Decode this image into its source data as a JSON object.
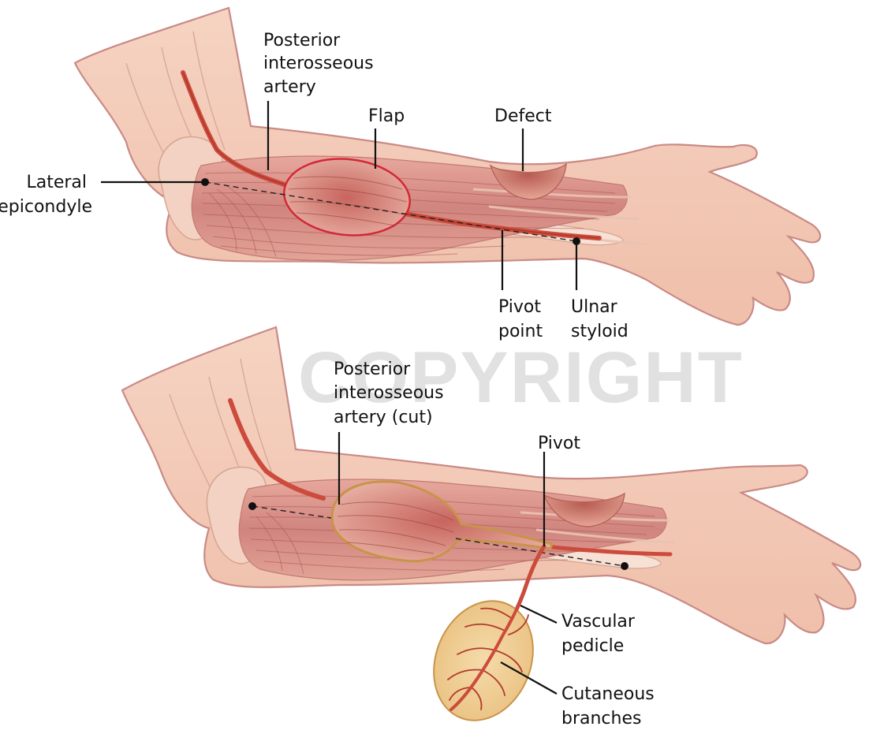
{
  "watermark": "COPYRIGHT",
  "colors": {
    "skin": "#f1c7b4",
    "skin_outline": "#c98a86",
    "skin_shadow": "#e6b4a2",
    "muscle": "#d58a86",
    "muscle_fiber": "#a8544f",
    "artery": "#cc4b3c",
    "artery_dark": "#9b2a22",
    "flap_outline": "#d32838",
    "pedicle_flap_fill": "#f1cf9a",
    "pedicle_flap_outline": "#c8944a",
    "label": "#111111"
  },
  "top_panel": {
    "labels": {
      "posterior_interosseous_artery": [
        "Posterior",
        "interosseous",
        "artery"
      ],
      "flap": [
        "Flap"
      ],
      "defect": [
        "Defect"
      ],
      "lateral_epicondyle": [
        "Lateral",
        "epicondyle"
      ],
      "pivot_point": [
        "Pivot",
        "point"
      ],
      "ulnar_styloid": [
        "Ulnar",
        "styloid"
      ]
    }
  },
  "bottom_panel": {
    "labels": {
      "posterior_interosseous_artery_cut": [
        "Posterior",
        "interosseous",
        "artery (cut)"
      ],
      "pivot": [
        "Pivot"
      ],
      "vascular_pedicle": [
        "Vascular",
        "pedicle"
      ],
      "cutaneous_branches": [
        "Cutaneous",
        "branches"
      ]
    }
  }
}
